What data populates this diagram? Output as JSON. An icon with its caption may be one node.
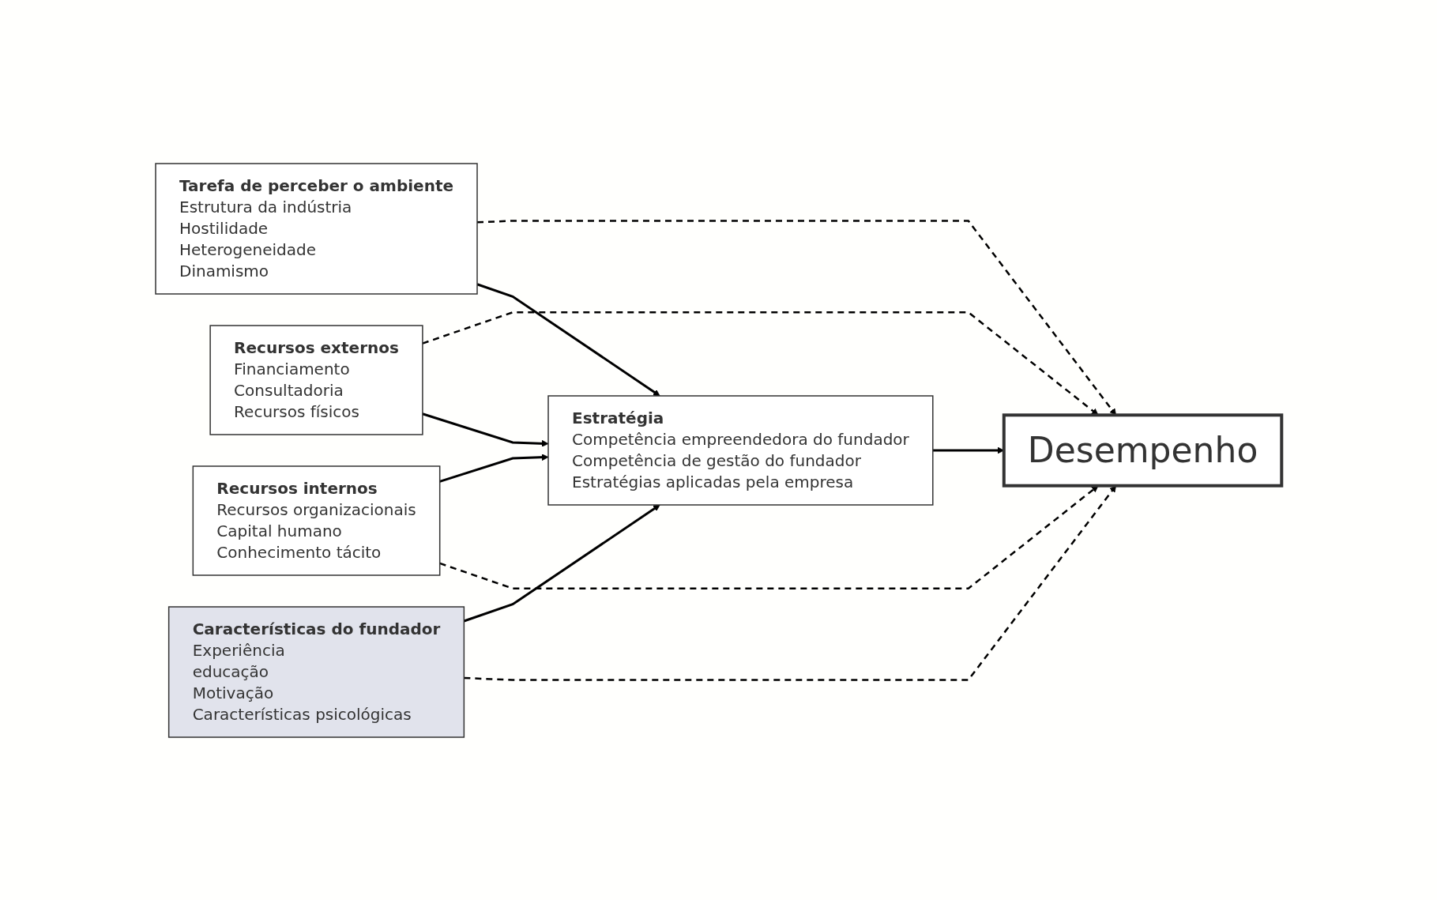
{
  "diagram": {
    "nodes": [
      {
        "text": [
          "Tarefa de perceber o ambiente",
          "Estrutura da indústria",
          "Hostilidade",
          "Heterogeneidade",
          "Dinamismo"
        ]
      },
      {
        "text": [
          "Recursos externos",
          "Financiamento",
          "Consultadoria",
          "Recursos físicos"
        ]
      },
      {
        "text": [
          "Estratégia",
          "Competência empreendedora do fundador",
          "Competência de gestão do fundador",
          "Estratégias aplicadas pela empresa"
        ]
      },
      {
        "text": [
          "Recursos internos",
          "Recursos organizacionais",
          "Capital humano",
          "Conhecimento tácito"
        ]
      },
      {
        "text": [
          "Características do fundador",
          "Experiência",
          "educação",
          "Motivação",
          "Características psicológicas"
        ]
      },
      {
        "text": [
          "Desempenho"
        ]
      }
    ],
    "edges": [
      {
        "from": 0,
        "to": 5,
        "arrow": "to",
        "style": "dashed"
      },
      {
        "from": 0,
        "to": 2,
        "arrow": "to"
      },
      {
        "from": 1,
        "to": 5,
        "arrow": "to",
        "style": "dashed"
      },
      {
        "from": 1,
        "to": 2,
        "arrow": "to"
      },
      {
        "from": 4,
        "to": 2,
        "arrow": "to"
      },
      {
        "from": 2,
        "to": 5,
        "arrow": "to"
      },
      {
        "from": 3,
        "to": 2,
        "arrow": "to"
      },
      {
        "from": 3,
        "to": 5,
        "arrow": "to",
        "style": "dashed"
      },
      {
        "from": 4,
        "to": 5,
        "arrow": "to",
        "style": "dashed"
      }
    ]
  }
}
